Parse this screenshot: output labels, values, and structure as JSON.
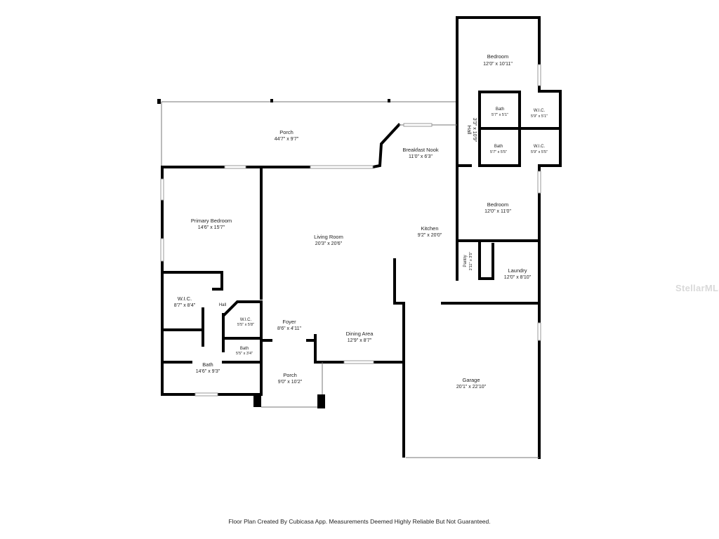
{
  "rooms": {
    "bedroom_top": {
      "name": "Bedroom",
      "dim": "12'0\" x 10'11\""
    },
    "porch_back": {
      "name": "Porch",
      "dim": "44'7\" x 9'7\""
    },
    "breakfast_nook": {
      "name": "Breakfast Nook",
      "dim": "11'0\" x 6'3\""
    },
    "hall_right": {
      "name": "Hall",
      "dim": "3'3\" x 10'9\""
    },
    "bath_upper": {
      "name": "Bath",
      "dim": "5'7\" x 5'1\""
    },
    "wic_upper": {
      "name": "W.I.C.",
      "dim": "5'9\" x 5'1\""
    },
    "bath_lower": {
      "name": "Bath",
      "dim": "5'7\" x 5'5\""
    },
    "wic_lower": {
      "name": "W.I.C.",
      "dim": "5'9\" x 5'5\""
    },
    "bedroom_mid": {
      "name": "Bedroom",
      "dim": "12'0\" x 11'0\""
    },
    "primary_bedroom": {
      "name": "Primary Bedroom",
      "dim": "14'6\" x 15'7\""
    },
    "living_room": {
      "name": "Living Room",
      "dim": "20'3\" x 20'6\""
    },
    "kitchen": {
      "name": "Kitchen",
      "dim": "9'2\" x 20'0\""
    },
    "pantry": {
      "name": "Pantry",
      "dim": "2'11\" x 3'5\""
    },
    "laundry": {
      "name": "Laundry",
      "dim": "12'0\" x 8'10\""
    },
    "wic_primary": {
      "name": "W.I.C.",
      "dim": "8'7\" x 8'4\""
    },
    "hall_left": {
      "name": "Hall"
    },
    "wic_small": {
      "name": "W.I.C.",
      "dim": "5'5\" x 5'8\""
    },
    "foyer": {
      "name": "Foyer",
      "dim": "8'6\" x 4'11\""
    },
    "dining_area": {
      "name": "Dining Area",
      "dim": "12'9\" x 8'7\""
    },
    "bath_small": {
      "name": "Bath",
      "dim": "5'5\" x 3'4\""
    },
    "bath_primary": {
      "name": "Bath",
      "dim": "14'6\" x 9'3\""
    },
    "porch_front": {
      "name": "Porch",
      "dim": "9'0\" x 10'2\""
    },
    "garage": {
      "name": "Garage",
      "dim": "20'1\" x 22'10\""
    }
  },
  "watermark": "StellarMLS",
  "footer": "Floor Plan Created By Cubicasa App. Measurements Deemed Highly Reliable But Not Guaranteed."
}
